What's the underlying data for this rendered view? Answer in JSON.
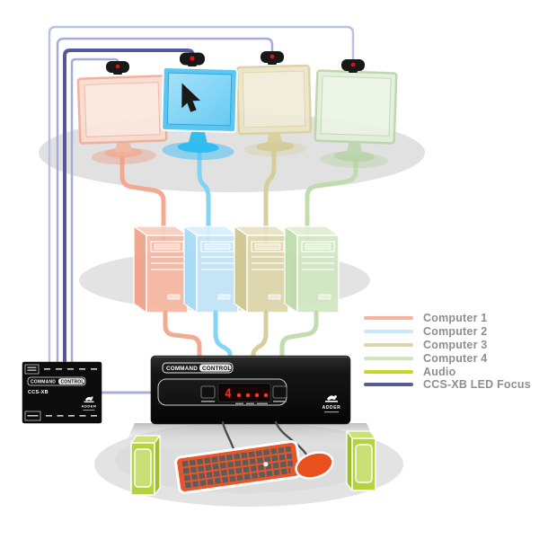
{
  "legend": {
    "items": [
      {
        "label": "Computer 1",
        "color": "#f6b4a0"
      },
      {
        "label": "Computer 2",
        "color": "#cbe8fa"
      },
      {
        "label": "Computer 3",
        "color": "#ddd5a9"
      },
      {
        "label": "Computer 4",
        "color": "#cfe5c0"
      },
      {
        "label": "Audio",
        "color": "#c6d529"
      },
      {
        "label": "CCS-XB LED Focus",
        "color": "#575c96"
      }
    ]
  },
  "cables": {
    "computer1": "#f2a78e",
    "computer2": "#7fd2f6",
    "computer3": "#d6cc98",
    "computer4": "#bfdcaa",
    "focus_light": "#bcc1df",
    "focus_light2": "#a6acd3",
    "focus_dark": "#54589b",
    "connector": "#a9afd4",
    "peripheral": "#4a4a4a"
  },
  "switch": {
    "brand_left": "COMMAND",
    "brand_right": "CONTROL",
    "display_digit": "4",
    "logo_text": "ADDER"
  },
  "focus_unit": {
    "brand_left": "COMMAND",
    "brand_right": "CONTROL",
    "model": "CCS-XB",
    "logo_text": "ADDER"
  },
  "peripherals": {
    "keyboard_color": "#e8552a",
    "mouse_color": "#e8511d",
    "speaker_color": "#b5d23f"
  }
}
